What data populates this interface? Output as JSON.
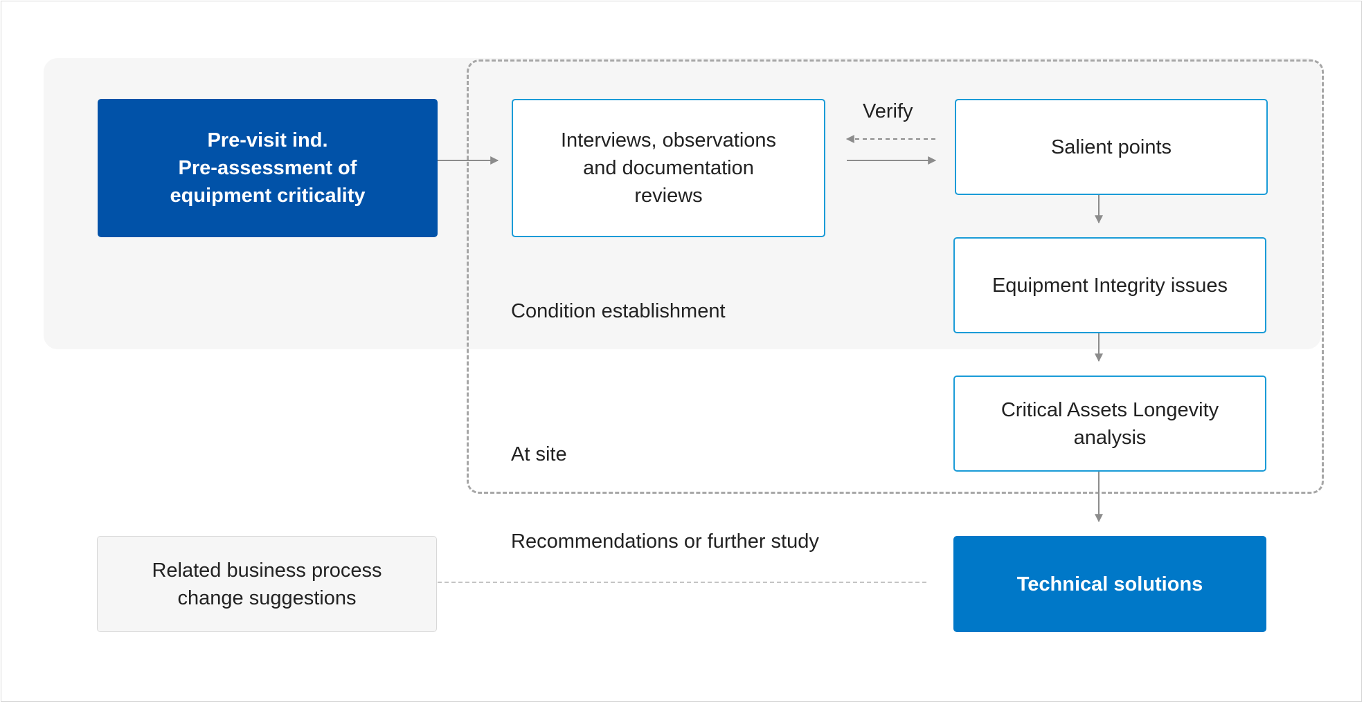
{
  "diagram": {
    "boxes": {
      "pre_visit": "Pre-visit ind.\nPre-assessment of\nequipment criticality",
      "interviews": "Interviews, observations\nand documentation\nreviews",
      "salient": "Salient points",
      "integrity": "Equipment Integrity issues",
      "longevity": "Critical Assets Longevity\nanalysis",
      "related": "Related business process\nchange suggestions",
      "technical": "Technical solutions"
    },
    "labels": {
      "verify": "Verify",
      "condition": "Condition establishment",
      "at_site": "At site",
      "recommendations": "Recommendations or further study"
    },
    "colors": {
      "box_border": "#1a9bd7",
      "dark_blue": "#0152a8",
      "blue": "#0078c8",
      "zone_grey": "#f6f6f6",
      "arrow_grey": "#8c8c8c"
    }
  }
}
